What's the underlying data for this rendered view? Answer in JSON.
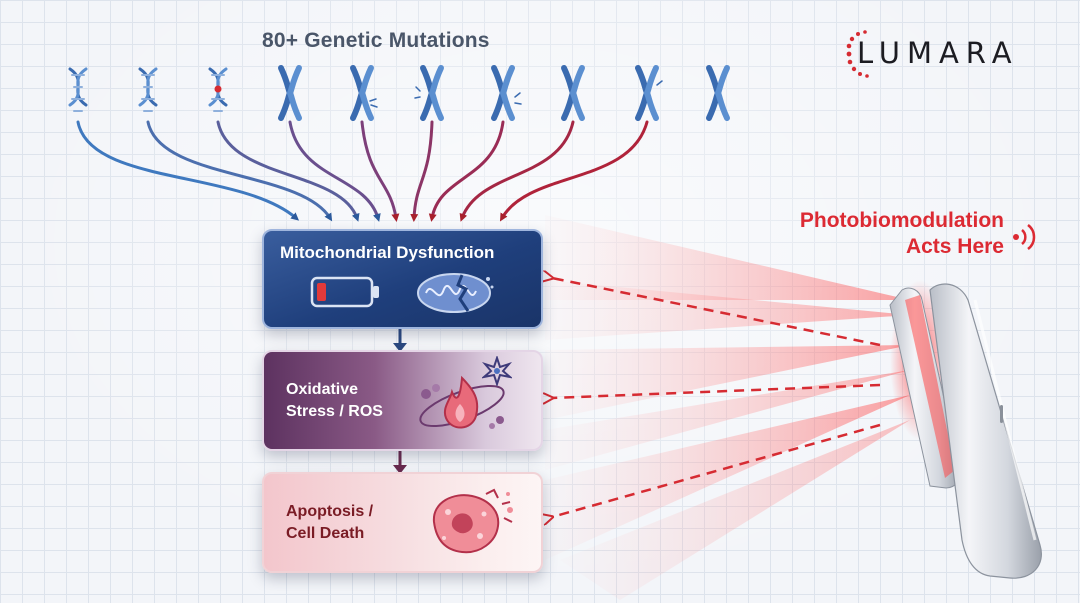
{
  "title": "80+ Genetic Mutations",
  "brand": {
    "name": "LUMARA",
    "color": "#d62b32"
  },
  "stages": [
    {
      "label": "Mitochondrial Dysfunction"
    },
    {
      "label_line1": "Oxidative",
      "label_line2": "Stress / ROS"
    },
    {
      "label_line1": "Apoptosis /",
      "label_line2": "Cell Death"
    }
  ],
  "therapy": {
    "line1": "Photobiomodulation",
    "line2": "Acts Here"
  },
  "mutation_icons": [
    "dna-helix",
    "dna-helix",
    "dna-helix-mutated",
    "chromosome",
    "chromosome-broken",
    "chromosome-broken",
    "chromosome-broken",
    "chromosome",
    "chromosome-broken",
    "chromosome"
  ],
  "icons": [
    "low-battery-icon",
    "damaged-mitochondrion-icon",
    "flame-molecule-icon",
    "burst-icon",
    "ruptured-cell-icon",
    "signal-waves-icon",
    "light-therapy-device-icon"
  ],
  "colors": {
    "blue": "#3b6fb1",
    "red": "#c8232f",
    "text": "#4a5669"
  }
}
